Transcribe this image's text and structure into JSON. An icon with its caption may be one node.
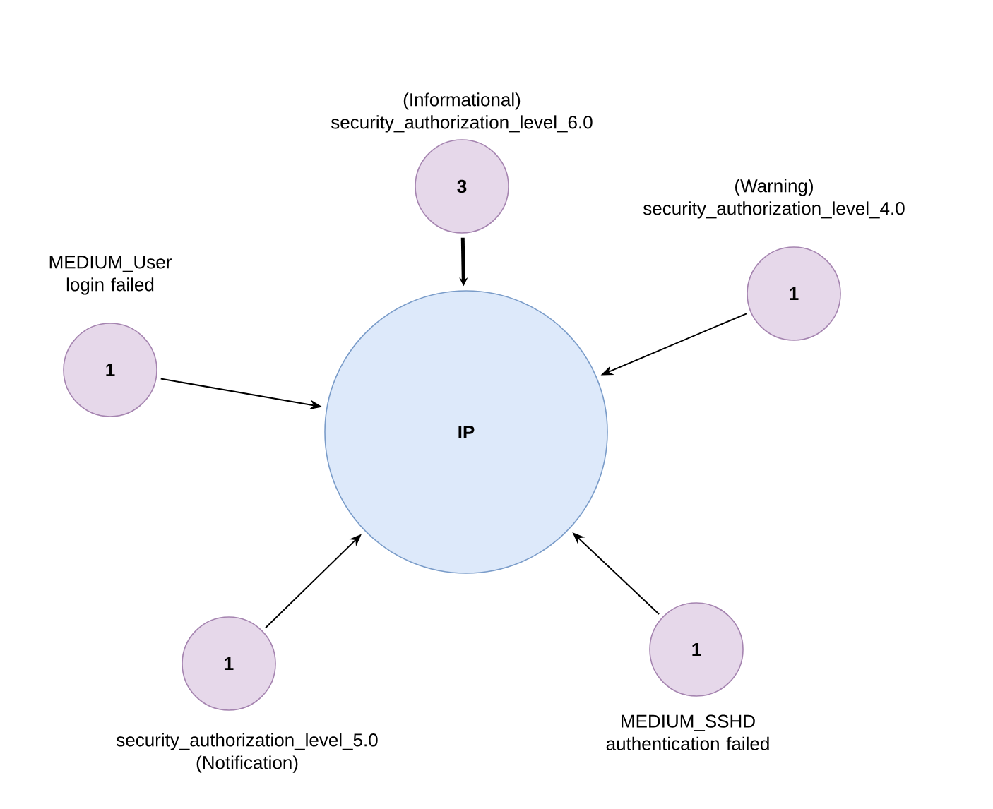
{
  "diagram": {
    "nodes": [
      {
        "text": [
          "IP"
        ]
      },
      {
        "text": [
          "3"
        ],
        "beside": [
          "(Informational) security_authorization_level_6.0"
        ]
      },
      {
        "text": [
          "1"
        ],
        "beside": [
          "(Warning) security_authorization_level_4.0"
        ]
      },
      {
        "text": [
          "1"
        ],
        "beside": [
          "MEDIUM_User login failed"
        ]
      },
      {
        "text": [
          "1"
        ],
        "beside": [
          "security_authorization_level_5.0 (Notification)"
        ]
      },
      {
        "text": [
          "1"
        ],
        "beside": [
          "MEDIUM_SSHD authentication failed"
        ]
      }
    ],
    "edges": [
      {
        "from": 1,
        "to": 0,
        "arrow": "to",
        "style": "thick"
      },
      {
        "from": 2,
        "to": 0,
        "arrow": "to"
      },
      {
        "from": 3,
        "to": 0,
        "arrow": "to"
      },
      {
        "from": 4,
        "to": 0,
        "arrow": "to"
      },
      {
        "from": 5,
        "to": 0,
        "arrow": "to"
      }
    ]
  }
}
